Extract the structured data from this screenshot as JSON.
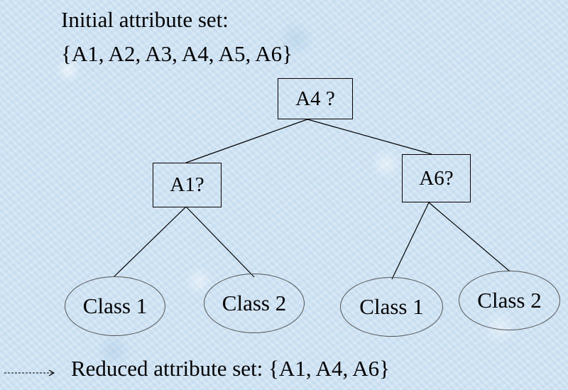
{
  "heading": "Initial attribute set:",
  "initial_set": "{A1, A2, A3, A4, A5, A6}",
  "tree": {
    "root": "A4 ?",
    "left_node": "A1?",
    "right_node": "A6?",
    "leaves": [
      "Class 1",
      "Class 2",
      "Class 1",
      "Class 2"
    ]
  },
  "reduced_label": "Reduced attribute set:  {A1, A4, A6}",
  "arrow_icon": "dashed-arrow-icon"
}
